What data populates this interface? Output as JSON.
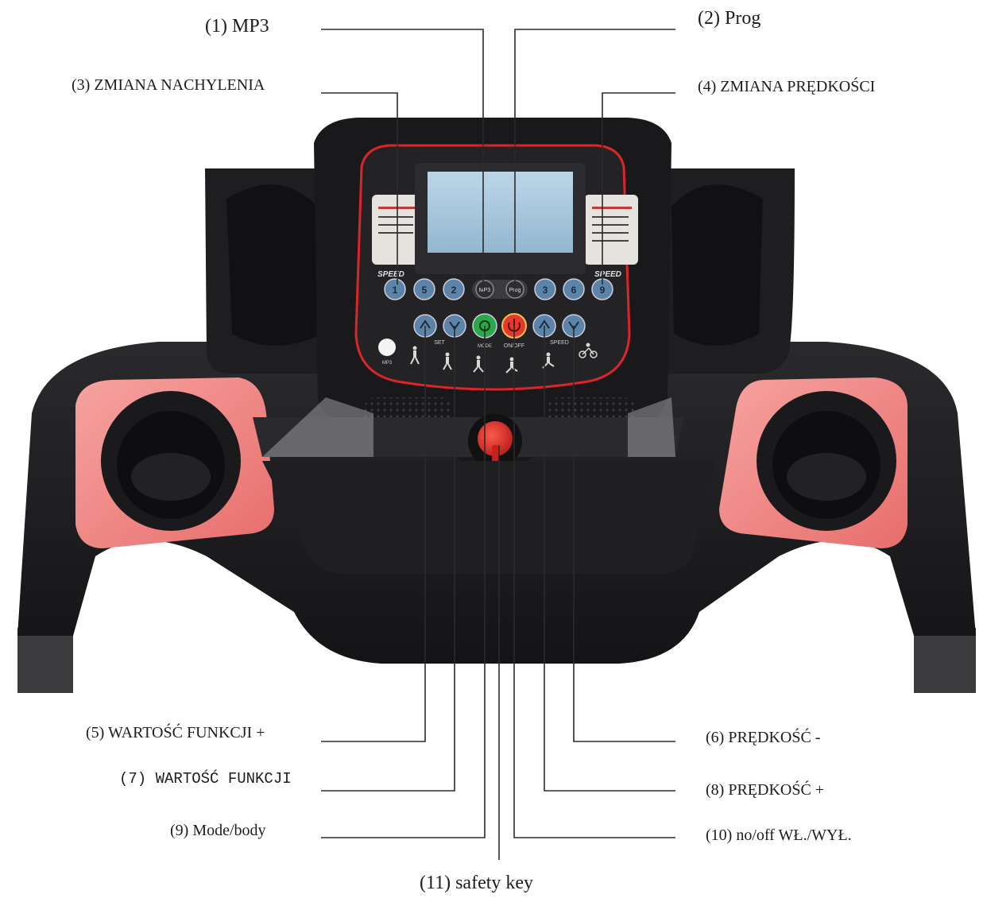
{
  "labels": {
    "mp3": "(1) MP3",
    "prog": "(2) Prog",
    "incline": "(3) ZMIANA NACHYLENIA",
    "speed_change": "(4) ZMIANA PRĘDKOŚCI",
    "value_plus": "(5) WARTOŚĆ FUNKCJI +",
    "speed_minus": "(6) PRĘDKOŚĆ -",
    "value_minus": "(7) WARTOŚĆ FUNKCJI",
    "speed_plus": "(8) PRĘDKOŚĆ +",
    "mode": "(9) Mode/body",
    "onoff": "(10) no/off WŁ./WYŁ.",
    "safety": "(11) safety key"
  },
  "console": {
    "speed_left": "SPEED",
    "speed_right": "SPEED",
    "quick_keys": [
      "1",
      "5",
      "2",
      "MP3",
      "Prog",
      "3",
      "6",
      "9"
    ],
    "set_label": "SET",
    "mode_label": "MODE",
    "onoff_label": "ON/OFF",
    "speed_label": "SPEED",
    "mp3_port_label": "MP3"
  },
  "colors": {
    "frame": "#1c1c1e",
    "accent_red": "#d9262a",
    "tray_pink": "#f08a88",
    "lcd": "#a9c9dd",
    "button_blue": "#5c84a8",
    "button_green": "#2aa84a",
    "button_red": "#e23b2e"
  }
}
